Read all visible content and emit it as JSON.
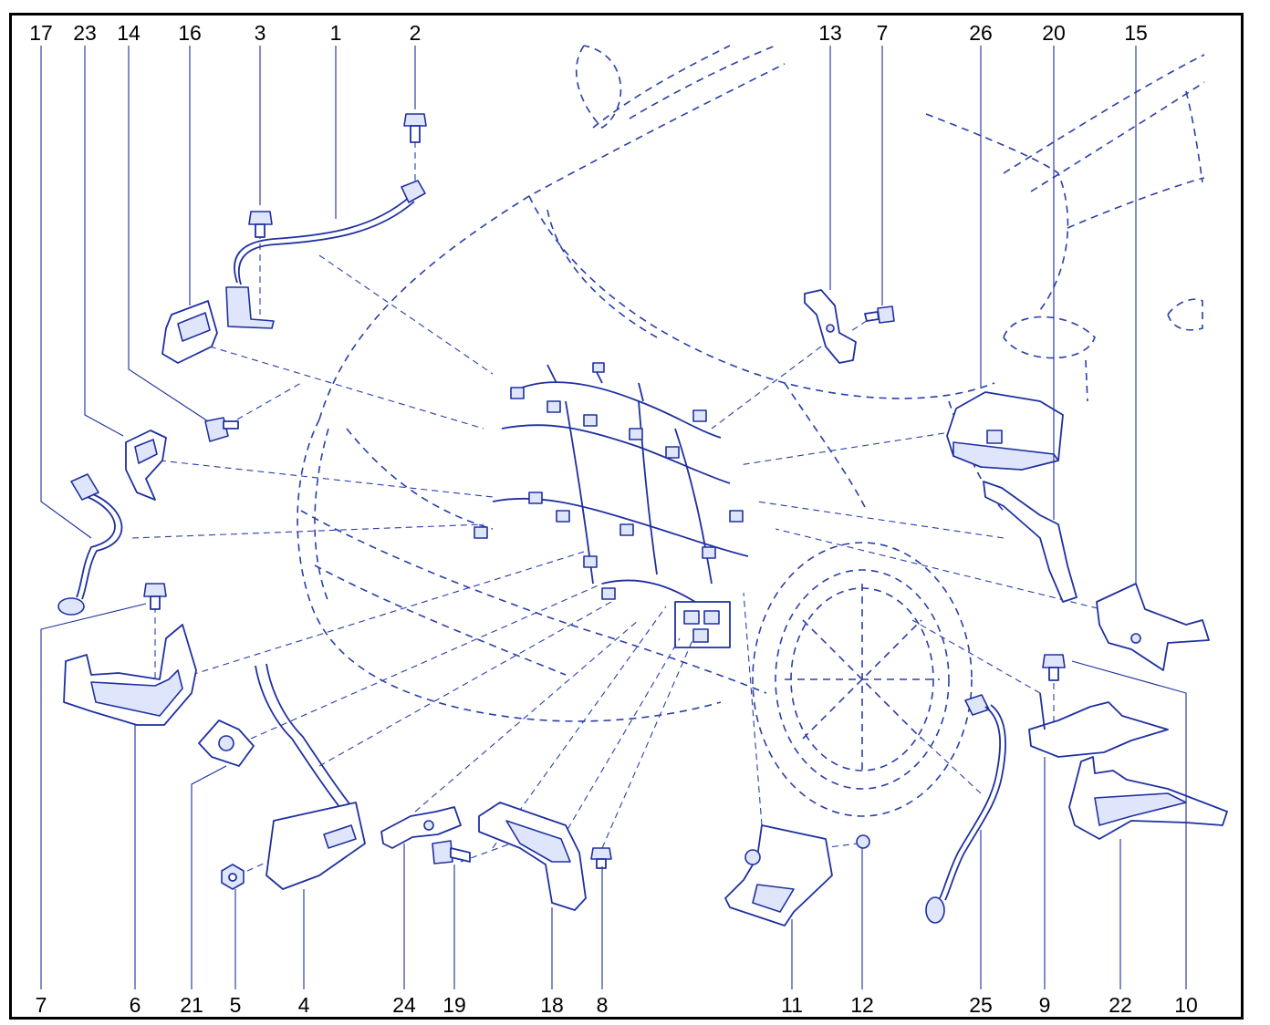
{
  "figure": {
    "colors": {
      "line": "#2a3ea8",
      "part_fill": "#dfe6fb",
      "frame": "#000000"
    },
    "callouts": [
      {
        "id": "c17",
        "label": "17"
      },
      {
        "id": "c23",
        "label": "23"
      },
      {
        "id": "c14",
        "label": "14"
      },
      {
        "id": "c16",
        "label": "16"
      },
      {
        "id": "c3",
        "label": "3"
      },
      {
        "id": "c1",
        "label": "1"
      },
      {
        "id": "c2",
        "label": "2"
      },
      {
        "id": "c13",
        "label": "13"
      },
      {
        "id": "c7a",
        "label": "7"
      },
      {
        "id": "c26",
        "label": "26"
      },
      {
        "id": "c20",
        "label": "20"
      },
      {
        "id": "c15",
        "label": "15"
      },
      {
        "id": "c7b",
        "label": "7"
      },
      {
        "id": "c6",
        "label": "6"
      },
      {
        "id": "c21",
        "label": "21"
      },
      {
        "id": "c5",
        "label": "5"
      },
      {
        "id": "c4",
        "label": "4"
      },
      {
        "id": "c24",
        "label": "24"
      },
      {
        "id": "c19",
        "label": "19"
      },
      {
        "id": "c18",
        "label": "18"
      },
      {
        "id": "c8",
        "label": "8"
      },
      {
        "id": "c11",
        "label": "11"
      },
      {
        "id": "c12",
        "label": "12"
      },
      {
        "id": "c25",
        "label": "25"
      },
      {
        "id": "c9",
        "label": "9"
      },
      {
        "id": "c22",
        "label": "22"
      },
      {
        "id": "c10",
        "label": "10"
      }
    ]
  }
}
